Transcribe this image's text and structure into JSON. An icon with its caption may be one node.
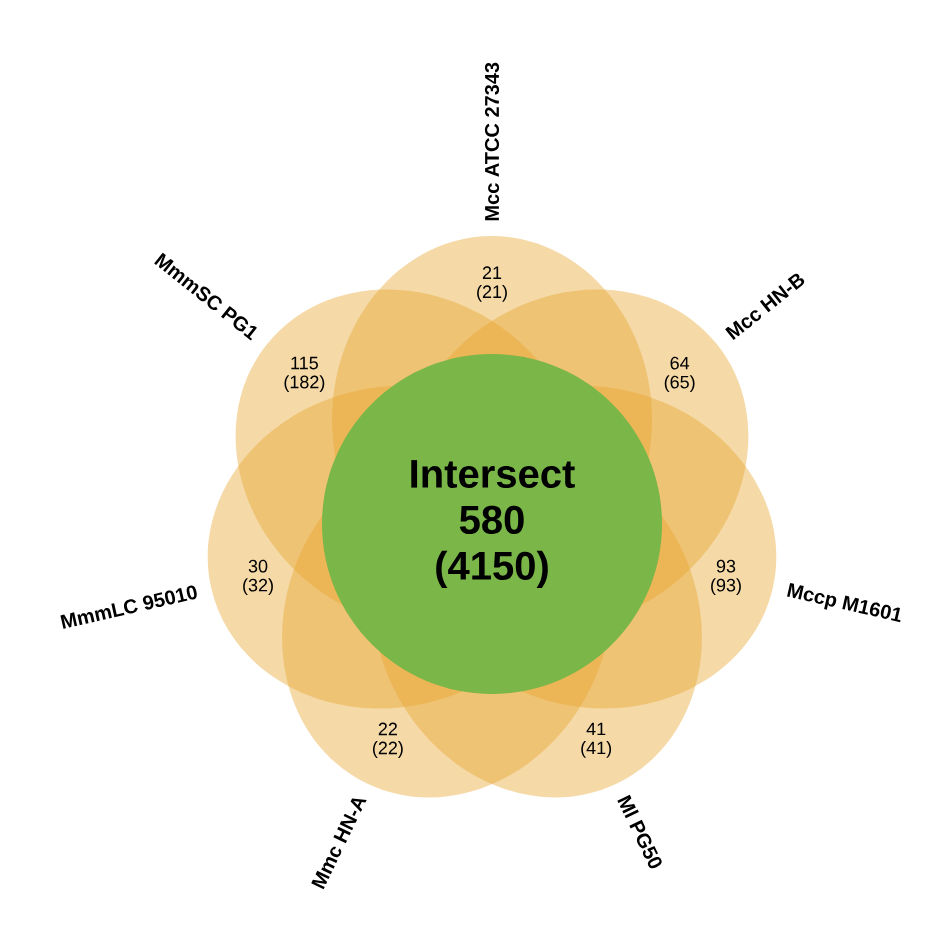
{
  "diagram": {
    "nodes": [
      {
        "text": [
          "Intersect",
          "580",
          "(4150)"
        ]
      },
      {
        "text": [
          "21 (21)"
        ],
        "beside": [
          "Mcc ATCC 27343"
        ]
      },
      {
        "text": [
          "64 (65)"
        ],
        "beside": [
          "Mcc HN-B"
        ]
      },
      {
        "text": [
          "93 (93)"
        ],
        "beside": [
          "Mccp M1601"
        ]
      },
      {
        "text": [
          "41 (41)"
        ],
        "beside": [
          "Ml PG50"
        ]
      },
      {
        "text": [
          "22 (22)"
        ],
        "beside": [
          "Mmc HN-A"
        ]
      },
      {
        "text": [
          "30 (32)"
        ],
        "beside": [
          "MmmLC 95010"
        ]
      },
      {
        "text": [
          "115 (182)"
        ],
        "beside": [
          "MmmSC PG1"
        ]
      }
    ]
  }
}
